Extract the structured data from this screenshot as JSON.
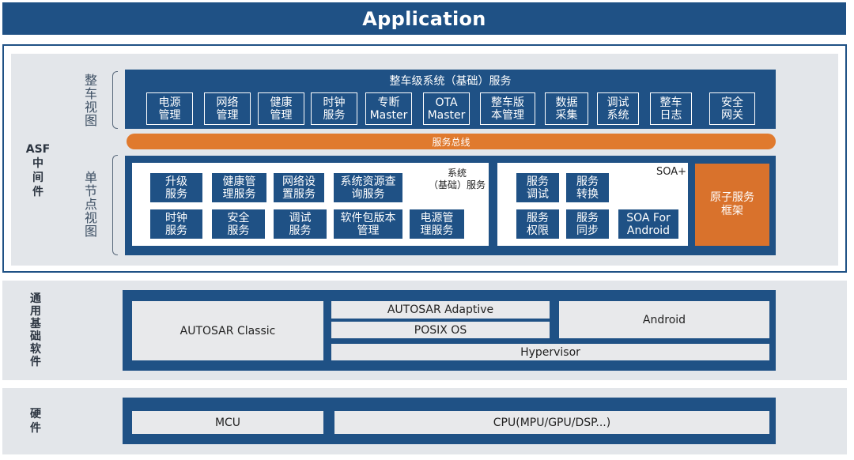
{
  "title": "Application",
  "asf_label": [
    "ASF",
    "中",
    "间",
    "件"
  ],
  "vehicle_view_label": [
    "整",
    "车",
    "视",
    "图"
  ],
  "vehicle_services": {
    "title": "整车级系统（基础）服务",
    "items": [
      [
        "电源",
        "管理"
      ],
      [
        "网络",
        "管理"
      ],
      [
        "健康",
        "管理"
      ],
      [
        "时钟",
        "服务"
      ],
      [
        "专断",
        "Master"
      ],
      [
        "OTA",
        "Master"
      ],
      [
        "整车版",
        "本管理"
      ],
      [
        "数据",
        "采集"
      ],
      [
        "调试",
        "系统"
      ],
      [
        "整车",
        "日志"
      ],
      [
        "安全",
        "网关"
      ]
    ]
  },
  "service_bus": "服务总线",
  "node_view_label": [
    "单",
    "节",
    "点",
    "视",
    "图"
  ],
  "system_services": {
    "title": [
      "系统",
      "（基础）服务"
    ],
    "row1": [
      [
        "升级",
        "服务"
      ],
      [
        "健康管",
        "理服务"
      ],
      [
        "网络设",
        "置服务"
      ],
      [
        "系统资源查",
        "询服务"
      ]
    ],
    "row2": [
      [
        "时钟",
        "服务"
      ],
      [
        "安全",
        "服务"
      ],
      [
        "调试",
        "服务"
      ],
      [
        "软件包版本",
        "管理"
      ],
      [
        "电源管",
        "理服务"
      ]
    ]
  },
  "soa_plus": {
    "title": "SOA+",
    "items": [
      [
        "服务",
        "调试"
      ],
      [
        "服务",
        "转换"
      ],
      [
        "服务",
        "权限"
      ],
      [
        "服务",
        "同步"
      ],
      [
        "SOA For",
        "Android"
      ]
    ]
  },
  "atomic_framework": [
    "原子服务",
    "框架"
  ],
  "common_label": [
    "通",
    "用",
    "基",
    "础",
    "软",
    "件"
  ],
  "common_sw": {
    "autosar_classic": "AUTOSAR Classic",
    "autosar_adaptive": "AUTOSAR Adaptive",
    "posix_os": "POSIX OS",
    "android": "Android",
    "hypervisor": "Hypervisor"
  },
  "hardware_label": [
    "硬",
    "件"
  ],
  "hardware": {
    "mcu": "MCU",
    "cpu": "CPU(MPU/GPU/DSP...)"
  },
  "colors": {
    "dark_blue": "#1f5185",
    "orange": "#e07a2e",
    "grey_band": "#e3e6ea"
  }
}
